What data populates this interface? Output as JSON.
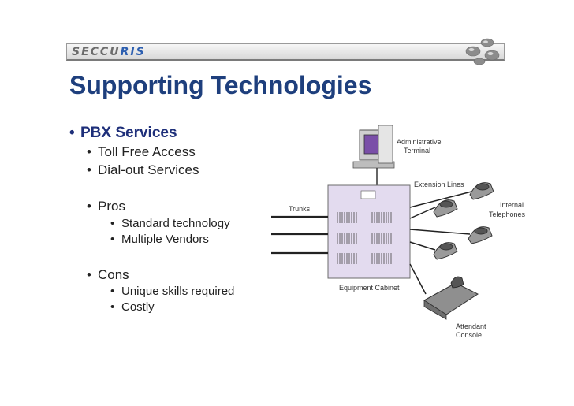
{
  "header": {
    "logo_part1": "SECCU",
    "logo_part2": "RIS"
  },
  "slide": {
    "title": "Supporting Technologies",
    "bullets": {
      "pbx": "PBX Services",
      "toll_free": "Toll Free Access",
      "dial_out": "Dial-out Services",
      "pros": "Pros",
      "pro_1": "Standard technology",
      "pro_2": "Multiple Vendors",
      "cons": "Cons",
      "con_1": "Unique skills required",
      "con_2": "Costly"
    }
  },
  "diagram": {
    "admin_terminal_1": "Administrative",
    "admin_terminal_2": "Terminal",
    "extension_lines": "Extension Lines",
    "trunks": "Trunks",
    "internal_telephones_1": "Internal",
    "internal_telephones_2": "Telephones",
    "equipment_cabinet": "Equipment Cabinet",
    "attendant_console_1": "Attendant",
    "attendant_console_2": "Console"
  },
  "colors": {
    "title": "#1e3f7d",
    "bullet_heading": "#1e2f7a",
    "cabinet": "#e3dbef",
    "logo_accent": "#2d5fb0"
  }
}
